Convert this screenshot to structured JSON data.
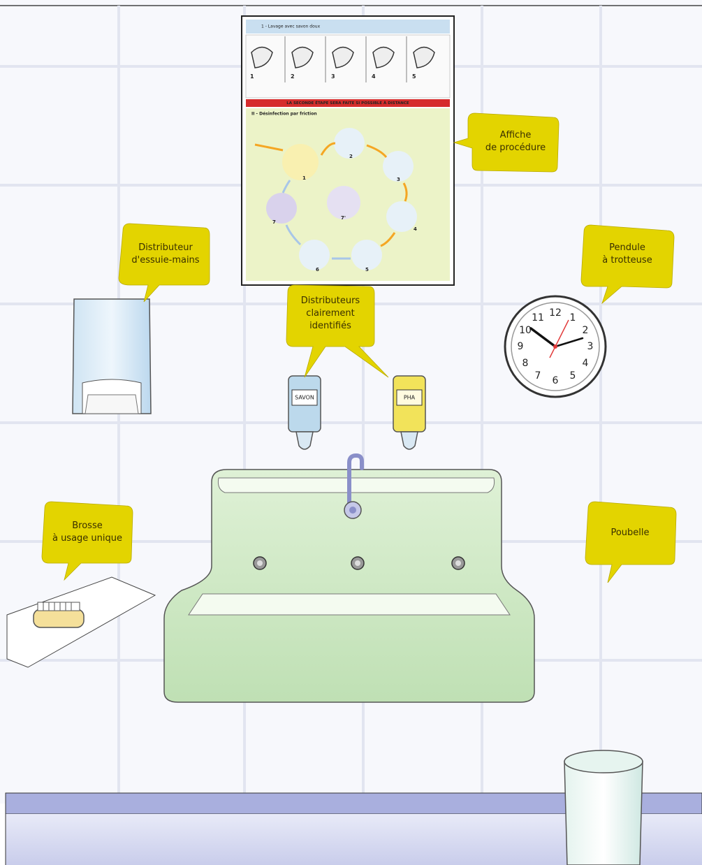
{
  "callouts": {
    "poster": [
      "Affiche",
      "de procédure"
    ],
    "towel": [
      "Distributeur",
      "d'essuie-mains"
    ],
    "clock": [
      "Pendule",
      "à trotteuse"
    ],
    "dispensers": [
      "Distributeurs",
      "clairement",
      "identifiés"
    ],
    "brush": [
      "Brosse",
      "à usage unique"
    ],
    "bin": [
      "Poubelle"
    ]
  },
  "poster": {
    "section1_title": "1 - Lavage avec savon doux",
    "banner": "LA SECONDE ÉTAPE SERA FAITE SI POSSIBLE À DISTANCE",
    "section2_title": "II - Désinfection par friction",
    "steps_top": [
      "1",
      "2",
      "3",
      "4",
      "5"
    ],
    "steps_cycle": [
      "1",
      "2",
      "3",
      "4",
      "5",
      "6",
      "7",
      "7'"
    ]
  },
  "dispensers": {
    "soap_label": "SAVON",
    "sha_label": "PHA"
  },
  "clock": {
    "numbers": [
      "12",
      "1",
      "2",
      "3",
      "4",
      "5",
      "6",
      "7",
      "8",
      "9",
      "10",
      "11"
    ]
  },
  "colors": {
    "callout": "#e3d400",
    "sink": "#cfe8c2",
    "wall_grid": "#e9ecf5",
    "counter": "#a8aedb",
    "soap": "#bcd9ec",
    "sha": "#f2e35a"
  }
}
